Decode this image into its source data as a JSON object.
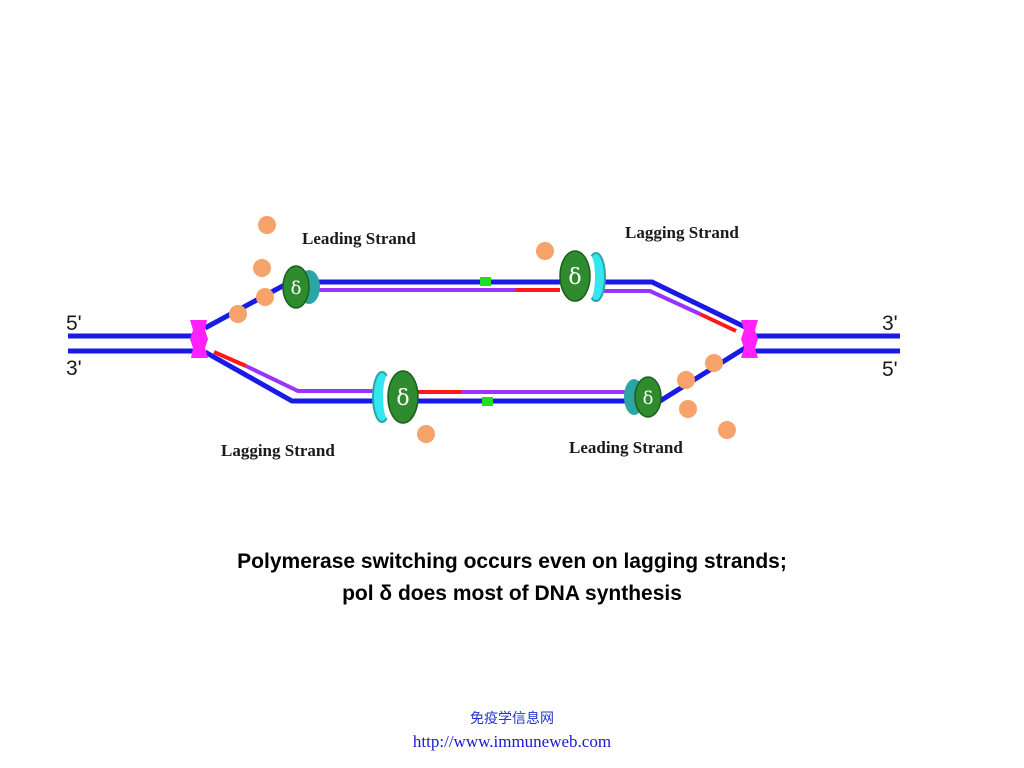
{
  "diagram": {
    "labels": {
      "top_left": "Leading Strand",
      "top_right": "Lagging Strand",
      "bottom_left": "Lagging Strand",
      "bottom_right": "Leading Strand"
    },
    "ends": {
      "left_top": "5'",
      "left_bottom": "3'",
      "right_top": "3'",
      "right_bottom": "5'"
    },
    "polymerase_symbol": "δ"
  },
  "caption": {
    "line1": "Polymerase switching occurs even on lagging strands;",
    "line2": "pol δ does most of DNA synthesis"
  },
  "footer": {
    "site_name": "免疫学信息网",
    "url": "http://www.immuneweb.com"
  },
  "colors": {
    "parental_strand": "#1a1ae6",
    "new_strand": "#9933ff",
    "primer": "#ff1a1a",
    "fork": "#ff22ff",
    "polymerase": "#2e8b2e",
    "clamp": "#33e6f0",
    "protein_dot": "#f5a36b",
    "junction": "#22dd22"
  }
}
